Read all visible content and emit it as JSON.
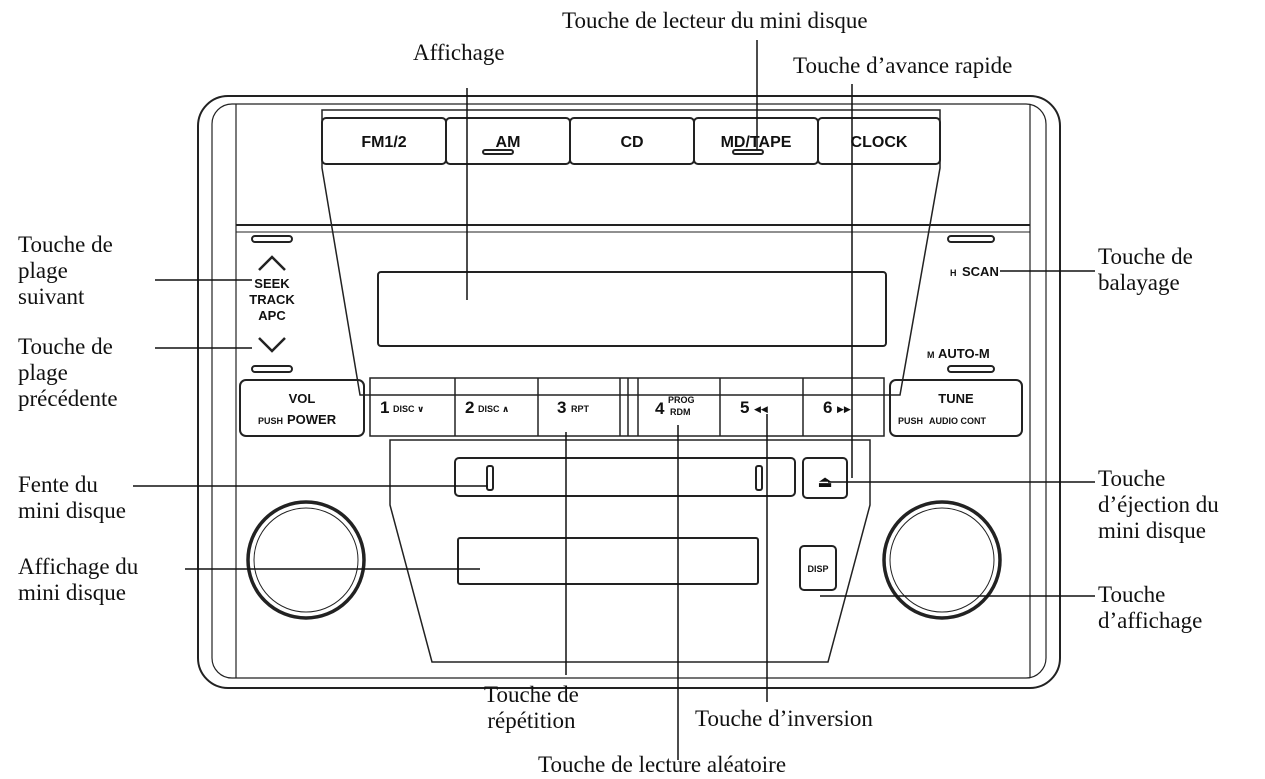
{
  "callouts": {
    "md_player_button": "Touche de lecteur du mini disque",
    "display": "Affichage",
    "fast_forward_button": "Touche d’avance rapide",
    "next_track_button": "Touche de\nplage\nsuivant",
    "previous_track_button": "Touche de\nplage\nprécédente",
    "scan_button": "Touche de\nbalayage",
    "md_slot": "Fente du\nmini disque",
    "md_display": "Affichage du\nmini disque",
    "md_eject_button": "Touche\nd’éjection du\nmini disque",
    "display_button": "Touche\nd’affichage",
    "repeat_button": "Touche de\nrépétition",
    "reverse_button": "Touche d’inversion",
    "random_button": "Touche de lecture aléatoire"
  },
  "device": {
    "mode_buttons": [
      "FM1/2",
      "AM",
      "CD",
      "MD/TAPE",
      "CLOCK"
    ],
    "seek": {
      "top": "SEEK",
      "mid": "TRACK",
      "bottom": "APC"
    },
    "scan": {
      "prefix": "H",
      "label": "SCAN"
    },
    "auto_m": {
      "prefix": "M",
      "label": "AUTO-M"
    },
    "vol": {
      "top": "VOL",
      "push": "PUSH",
      "bottom": "POWER"
    },
    "tune": {
      "top": "TUNE",
      "push": "PUSH",
      "bottom": "AUDIO CONT"
    },
    "presets": [
      {
        "num": "1",
        "label": "DISC ∨"
      },
      {
        "num": "2",
        "label": "DISC ∧"
      },
      {
        "num": "3",
        "label": "RPT"
      },
      {
        "num": "4",
        "label_top": "PROG",
        "label_bottom": "RDM"
      },
      {
        "num": "5",
        "label": "◀◀"
      },
      {
        "num": "6",
        "label": "▶▶"
      }
    ],
    "eject_symbol": "⏏",
    "disp_label": "DISP"
  }
}
